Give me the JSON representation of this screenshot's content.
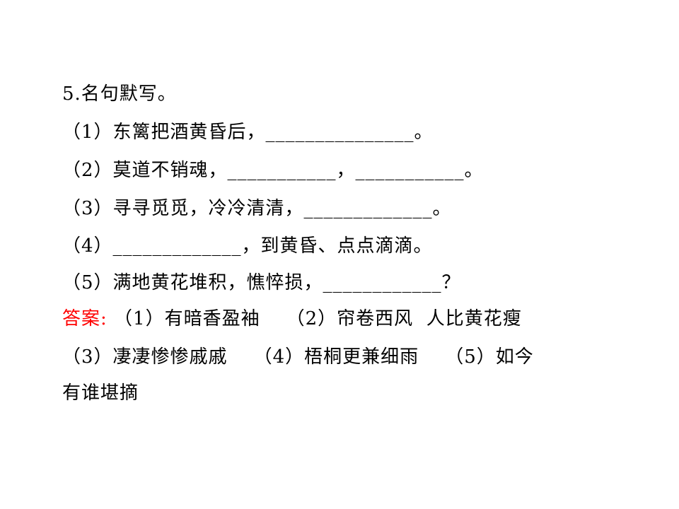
{
  "question": {
    "heading": "5.名句默写。",
    "items": [
      "（1）东篱把酒黄昏后，_______________。",
      "（2）莫道不销魂，___________，___________。",
      "（3）寻寻觅觅，冷冷清清，_____________。",
      "（4）_____________，到黄昏、点点滴滴。",
      "（5）满地黄花堆积，憔悴损，____________？"
    ]
  },
  "answer": {
    "label": "答案:",
    "line1": " （1）有暗香盈袖    （2）帘卷西风  人比黄花瘦",
    "line2": "（3）凄凄惨惨戚戚    （4）梧桐更兼细雨    （5）如今",
    "line3": "有谁堪摘"
  },
  "colors": {
    "answer_label": "#ff0000",
    "text": "#000000"
  }
}
